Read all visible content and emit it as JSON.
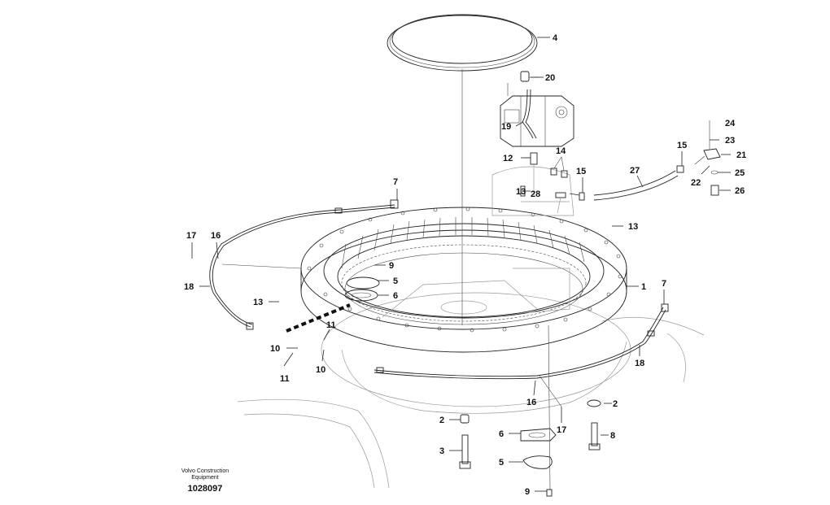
{
  "labels": {
    "l1": "1",
    "l2a": "2",
    "l2b": "2",
    "l3": "3",
    "l4": "4",
    "l5a": "5",
    "l5b": "5",
    "l6a": "6",
    "l6b": "6",
    "l7a": "7",
    "l7b": "7",
    "l8": "8",
    "l9a": "9",
    "l9b": "9",
    "l10a": "10",
    "l10b": "10",
    "l11a": "11",
    "l11b": "11",
    "l12": "12",
    "l13a": "13",
    "l13b": "13",
    "l13c": "13",
    "l14": "14",
    "l15a": "15",
    "l15b": "15",
    "l16a": "16",
    "l16b": "16",
    "l17a": "17",
    "l17b": "17",
    "l18a": "18",
    "l18b": "18",
    "l19": "19",
    "l20": "20",
    "l21": "21",
    "l22": "22",
    "l23": "23",
    "l24": "24",
    "l25": "25",
    "l26": "26",
    "l27": "27",
    "l28": "28"
  },
  "caption": {
    "brand_line1": "Volvo Construction",
    "brand_line2": "Equipment",
    "drawing_id": "1028097"
  }
}
